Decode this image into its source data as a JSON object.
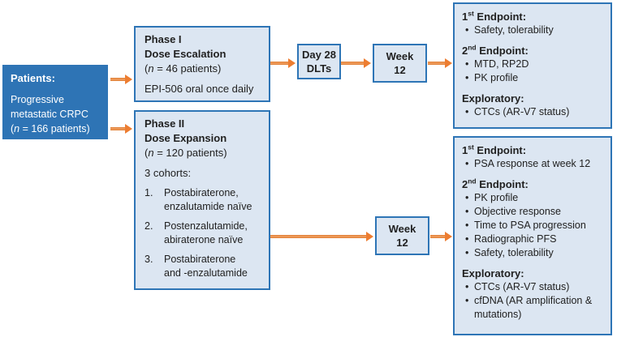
{
  "ui": {
    "bullet": "•"
  },
  "colors": {
    "dark_blue": "#2E74B5",
    "light_blue_fill": "#DCE6F2",
    "border_blue": "#2E75B6",
    "arrow_orange": "#ED7D31",
    "text_dark": "#212121",
    "text_white": "#FFFFFF"
  },
  "patients": {
    "title": "Patients:",
    "desc_line1": "Progressive",
    "desc_line2": "metastatic CRPC",
    "n_prefix": "(",
    "n_italic": "n",
    "n_suffix": " = 166 patients)"
  },
  "phase1": {
    "title_line1": "Phase I",
    "title_line2": "Dose Escalation",
    "n_prefix": "(",
    "n_italic": "n",
    "n_suffix": " = 46 patients)",
    "detail": "EPI-506 oral once daily"
  },
  "phase2": {
    "title_line1": "Phase II",
    "title_line2": "Dose Expansion",
    "n_prefix": "(",
    "n_italic": "n",
    "n_suffix": " = 120 patients)",
    "cohorts_label": "3 cohorts:",
    "cohorts": [
      {
        "num": "1.",
        "text": "Postabiraterone, enzalutamide naïve"
      },
      {
        "num": "2.",
        "text": "Postenzalutamide, abiraterone naïve"
      },
      {
        "num": "3.",
        "text": "Postabiraterone and -enzalutamide"
      }
    ]
  },
  "milestones": {
    "day28": {
      "line1": "Day 28",
      "line2": "DLTs"
    },
    "week12_top": {
      "line1": "Week",
      "line2": "12"
    },
    "week12_bottom": {
      "line1": "Week",
      "line2": "12"
    }
  },
  "phase1_endpoints": {
    "sections": [
      {
        "heading_num": "1",
        "heading_sup": "st",
        "heading_rest": " Endpoint:",
        "items": [
          "Safety, tolerability"
        ]
      },
      {
        "heading_num": "2",
        "heading_sup": "nd",
        "heading_rest": " Endpoint:",
        "items": [
          "MTD, RP2D",
          "PK profile"
        ]
      },
      {
        "heading_num": "",
        "heading_sup": "",
        "heading_rest": "Exploratory:",
        "items": [
          "CTCs (AR-V7 status)"
        ]
      }
    ]
  },
  "phase2_endpoints": {
    "sections": [
      {
        "heading_num": "1",
        "heading_sup": "st",
        "heading_rest": " Endpoint:",
        "items": [
          "PSA response at week 12"
        ]
      },
      {
        "heading_num": "2",
        "heading_sup": "nd",
        "heading_rest": " Endpoint:",
        "items": [
          "PK profile",
          "Objective response",
          "Time to PSA progression",
          "Radiographic PFS",
          "Safety, tolerability"
        ]
      },
      {
        "heading_num": "",
        "heading_sup": "",
        "heading_rest": "Exploratory:",
        "items": [
          "CTCs (AR-V7 status)",
          "cfDNA (AR amplification & mutations)"
        ]
      }
    ]
  }
}
